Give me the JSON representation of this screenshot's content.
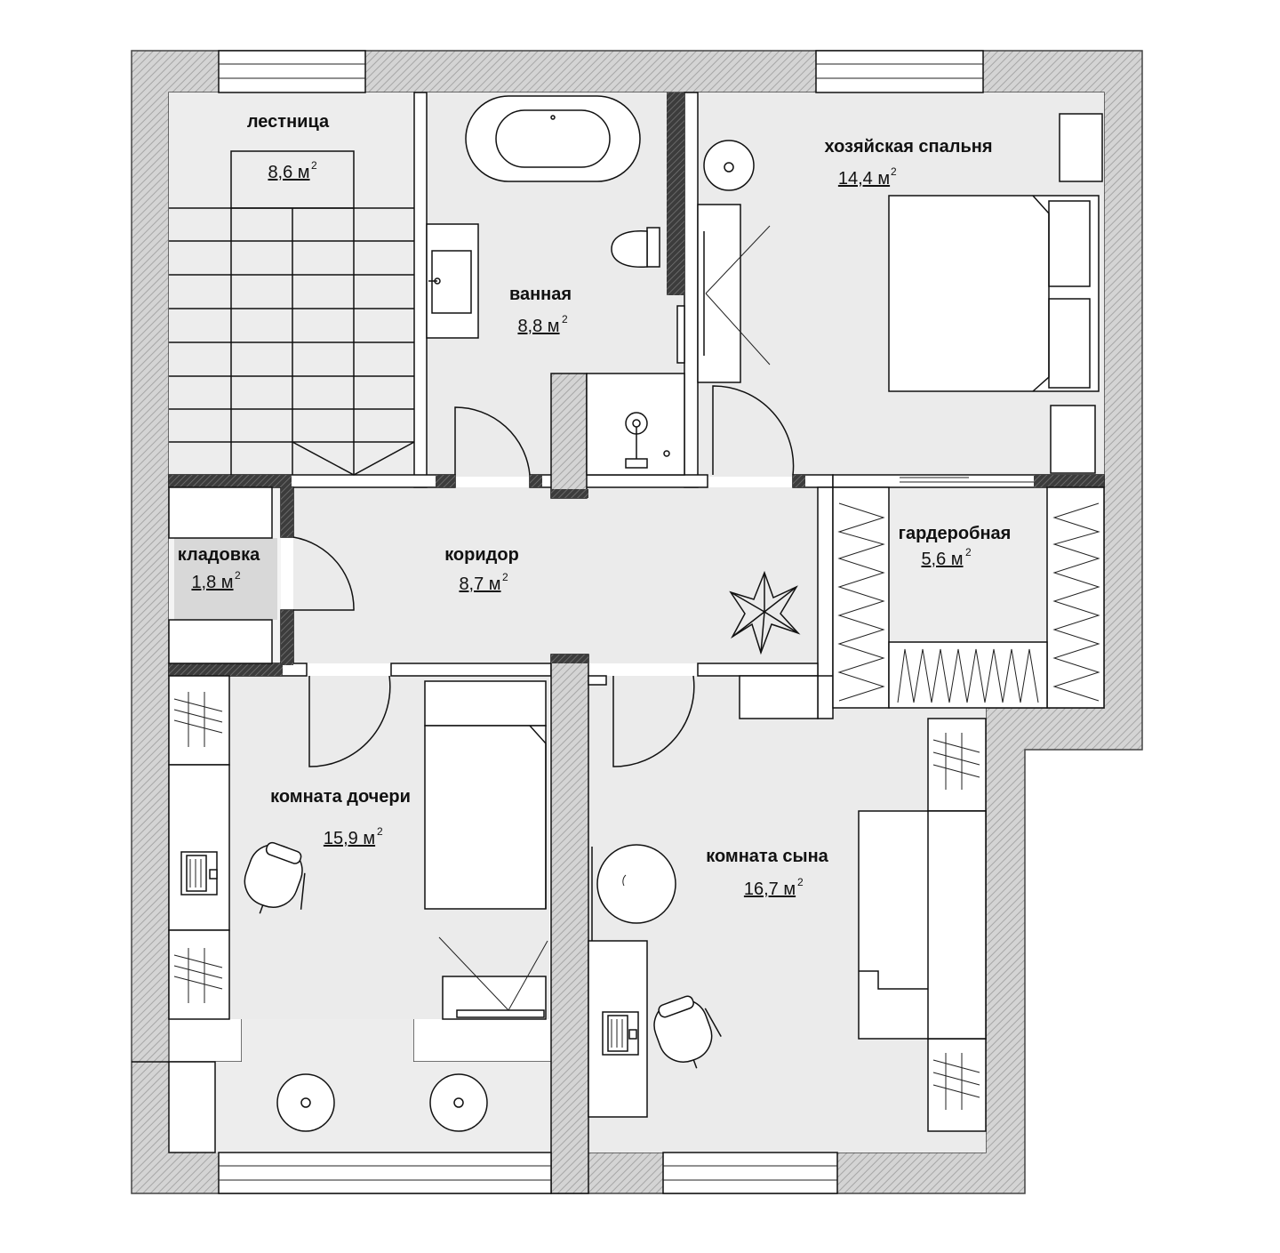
{
  "rooms": {
    "stairs": {
      "name": "лестница",
      "area": "8,6 м",
      "unit_sup": "2"
    },
    "bathroom": {
      "name": "ванная",
      "area": "8,8 м",
      "unit_sup": "2"
    },
    "master_bedroom": {
      "name": "хозяйская спальня",
      "area": "14,4 м",
      "unit_sup": "2"
    },
    "pantry": {
      "name": "кладовка",
      "area": "1,8 м",
      "unit_sup": "2"
    },
    "corridor": {
      "name": "коридор",
      "area": "8,7 м",
      "unit_sup": "2"
    },
    "wardrobe": {
      "name": "гардеробная",
      "area": "5,6 м",
      "unit_sup": "2"
    },
    "daughter_room": {
      "name": "комната дочери",
      "area": "15,9 м",
      "unit_sup": "2"
    },
    "son_room": {
      "name": "комната сына",
      "area": "16,7 м",
      "unit_sup": "2"
    }
  },
  "colors": {
    "wall_fill": "#cfcfcf",
    "wall_hatch": "#9a9a9a",
    "floor": "#ebebeb",
    "dark_wall": "#3a3a3a"
  }
}
